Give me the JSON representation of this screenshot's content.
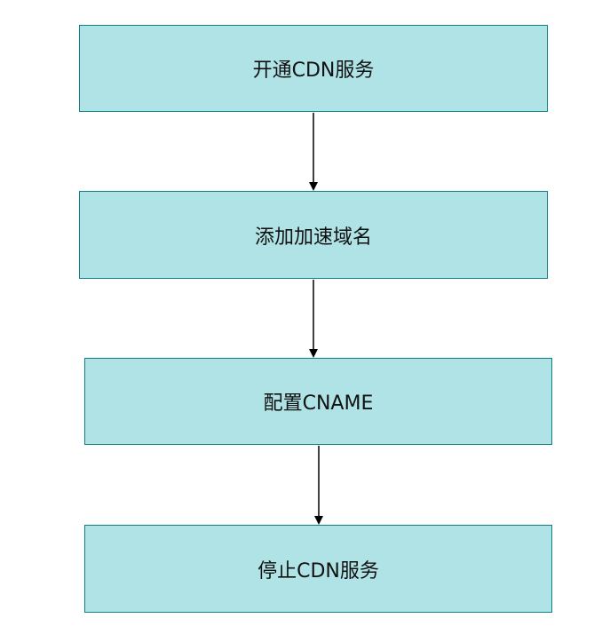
{
  "flowchart": {
    "steps": [
      {
        "label": "开通CDN服务"
      },
      {
        "label": "添加加速域名"
      },
      {
        "label": "配置CNAME"
      },
      {
        "label": "停止CDN服务"
      }
    ],
    "colors": {
      "box_fill": "#b0e3e6",
      "box_border": "#0e8088",
      "arrow": "#000000",
      "text": "#111111"
    }
  }
}
